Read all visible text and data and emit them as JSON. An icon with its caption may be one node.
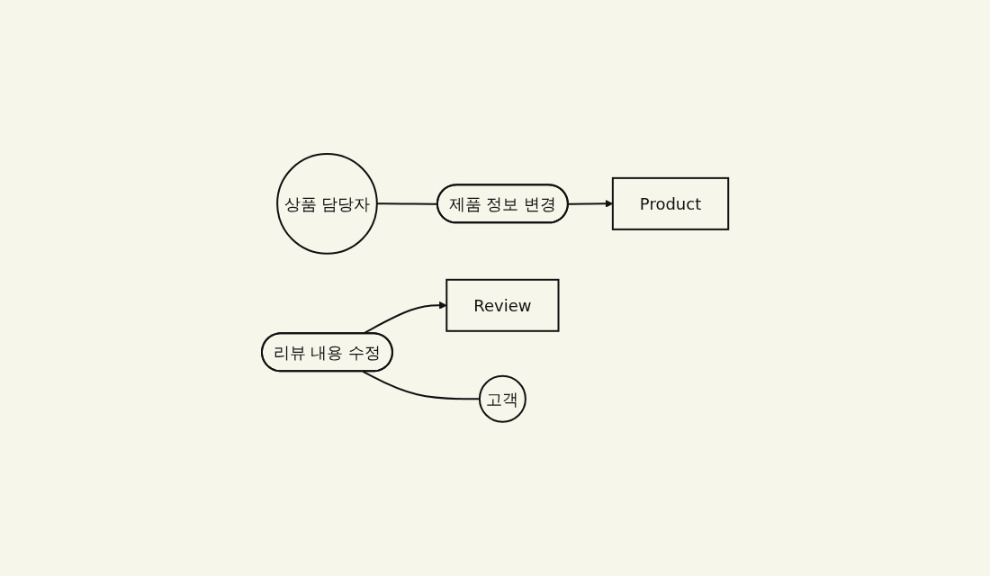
{
  "diagram": {
    "nodes": [
      {
        "text": [
          "상품 담당자"
        ]
      },
      {
        "text": [
          "제품 정보 변경"
        ]
      },
      {
        "text": [
          "Product"
        ]
      },
      {
        "text": [
          "Review"
        ]
      },
      {
        "text": [
          "리뷰 내용 수정"
        ]
      },
      {
        "text": [
          "고객"
        ]
      }
    ],
    "edges": [
      {
        "from": 0,
        "to": 1,
        "arrow": "none"
      },
      {
        "from": 1,
        "to": 2,
        "arrow": "to"
      },
      {
        "from": 4,
        "to": 3,
        "arrow": "to"
      },
      {
        "from": 4,
        "to": 5,
        "arrow": "none"
      }
    ]
  }
}
